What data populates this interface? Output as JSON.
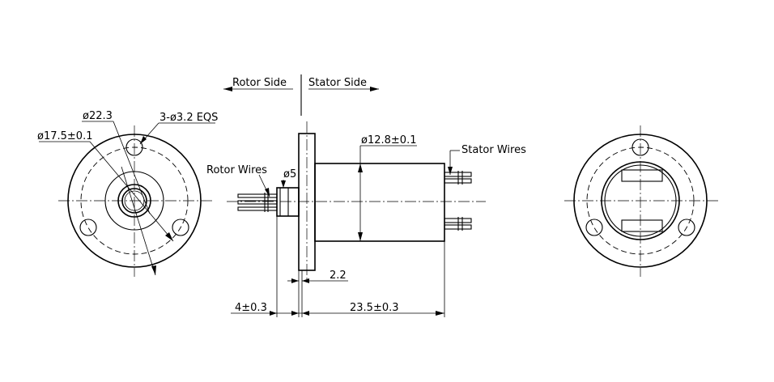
{
  "labels": {
    "rotor_side": "Rotor Side",
    "stator_side": "Stator Side",
    "dia_22_3": "ø22.3",
    "holes": "3-ø3.2 EQS",
    "dia_17_5": "ø17.5±0.1",
    "rotor_wires": "Rotor Wires",
    "dia_5": "ø5",
    "dia_12_8": "ø12.8±0.1",
    "stator_wires": "Stator Wires",
    "dim_2_2": "2.2",
    "dim_4": "4±0.3",
    "dim_23_5": "23.5±0.3"
  }
}
